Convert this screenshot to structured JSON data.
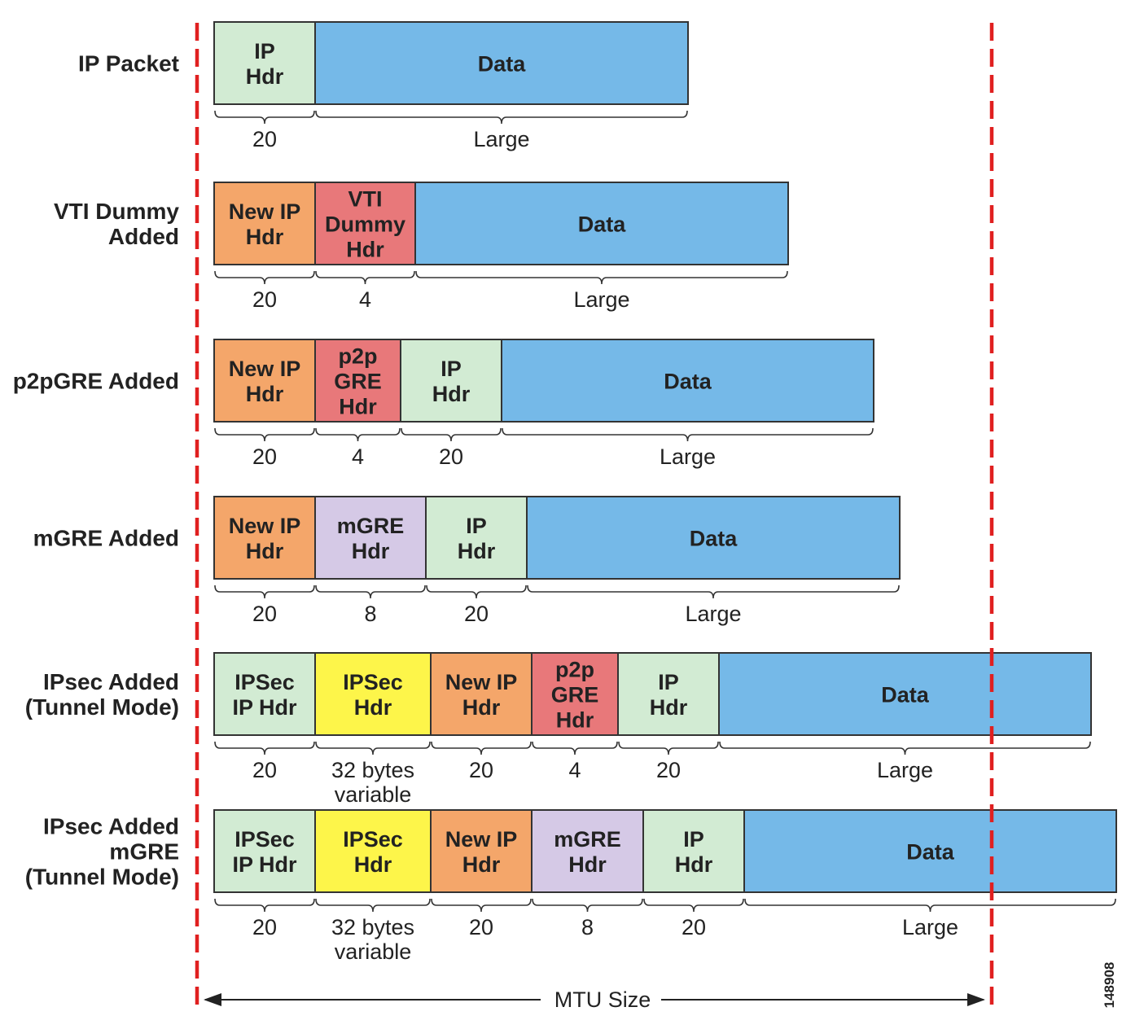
{
  "colors": {
    "ip_hdr": "#d2ebd3",
    "new_ip_hdr": "#f4a66a",
    "vti_dummy_hdr": "#e8787a",
    "p2p_gre_hdr": "#e8787a",
    "mgre_hdr": "#d5c9e6",
    "ipsec_ip_hdr": "#d2ebd3",
    "ipsec_hdr": "#fdf54a",
    "data": "#75b9e8",
    "mtu_line": "#e02020"
  },
  "rows": [
    {
      "label": [
        "IP Packet"
      ],
      "segments": [
        {
          "type": "ip_hdr",
          "lines": [
            "IP",
            "Hdr"
          ],
          "size": [
            "20"
          ]
        },
        {
          "type": "data",
          "lines": [
            "Data"
          ],
          "size": [
            "Large"
          ]
        }
      ]
    },
    {
      "label": [
        "VTI Dummy",
        "Added"
      ],
      "segments": [
        {
          "type": "new_ip_hdr",
          "lines": [
            "New IP",
            "Hdr"
          ],
          "size": [
            "20"
          ]
        },
        {
          "type": "vti_dummy_hdr",
          "lines": [
            "VTI",
            "Dummy",
            "Hdr"
          ],
          "size": [
            "4"
          ]
        },
        {
          "type": "data",
          "lines": [
            "Data"
          ],
          "size": [
            "Large"
          ]
        }
      ]
    },
    {
      "label": [
        "p2pGRE Added"
      ],
      "segments": [
        {
          "type": "new_ip_hdr",
          "lines": [
            "New IP",
            "Hdr"
          ],
          "size": [
            "20"
          ]
        },
        {
          "type": "p2p_gre_hdr",
          "lines": [
            "p2p",
            "GRE",
            "Hdr"
          ],
          "size": [
            "4"
          ]
        },
        {
          "type": "ip_hdr",
          "lines": [
            "IP",
            "Hdr"
          ],
          "size": [
            "20"
          ]
        },
        {
          "type": "data",
          "lines": [
            "Data"
          ],
          "size": [
            "Large"
          ]
        }
      ]
    },
    {
      "label": [
        "mGRE Added"
      ],
      "segments": [
        {
          "type": "new_ip_hdr",
          "lines": [
            "New IP",
            "Hdr"
          ],
          "size": [
            "20"
          ]
        },
        {
          "type": "mgre_hdr",
          "lines": [
            "mGRE",
            "Hdr"
          ],
          "size": [
            "8"
          ]
        },
        {
          "type": "ip_hdr",
          "lines": [
            "IP",
            "Hdr"
          ],
          "size": [
            "20"
          ]
        },
        {
          "type": "data",
          "lines": [
            "Data"
          ],
          "size": [
            "Large"
          ]
        }
      ]
    },
    {
      "label": [
        "IPsec Added",
        "(Tunnel Mode)"
      ],
      "segments": [
        {
          "type": "ipsec_ip_hdr",
          "lines": [
            "IPSec",
            "IP Hdr"
          ],
          "size": [
            "20"
          ]
        },
        {
          "type": "ipsec_hdr",
          "lines": [
            "IPSec",
            "Hdr"
          ],
          "size": [
            "32 bytes",
            "variable"
          ]
        },
        {
          "type": "new_ip_hdr",
          "lines": [
            "New IP",
            "Hdr"
          ],
          "size": [
            "20"
          ]
        },
        {
          "type": "p2p_gre_hdr",
          "lines": [
            "p2p",
            "GRE",
            "Hdr"
          ],
          "size": [
            "4"
          ]
        },
        {
          "type": "ip_hdr",
          "lines": [
            "IP",
            "Hdr"
          ],
          "size": [
            "20"
          ]
        },
        {
          "type": "data",
          "lines": [
            "Data"
          ],
          "size": [
            "Large"
          ]
        }
      ]
    },
    {
      "label": [
        "IPsec Added",
        "mGRE",
        "(Tunnel Mode)"
      ],
      "segments": [
        {
          "type": "ipsec_ip_hdr",
          "lines": [
            "IPSec",
            "IP Hdr"
          ],
          "size": [
            "20"
          ]
        },
        {
          "type": "ipsec_hdr",
          "lines": [
            "IPSec",
            "Hdr"
          ],
          "size": [
            "32 bytes",
            "variable"
          ]
        },
        {
          "type": "new_ip_hdr",
          "lines": [
            "New IP",
            "Hdr"
          ],
          "size": [
            "20"
          ]
        },
        {
          "type": "mgre_hdr",
          "lines": [
            "mGRE",
            "Hdr"
          ],
          "size": [
            "8"
          ]
        },
        {
          "type": "ip_hdr",
          "lines": [
            "IP",
            "Hdr"
          ],
          "size": [
            "20"
          ]
        },
        {
          "type": "data",
          "lines": [
            "Data"
          ],
          "size": [
            "Large"
          ]
        }
      ]
    }
  ],
  "mtu_label": "MTU Size",
  "figure_id": "148908"
}
